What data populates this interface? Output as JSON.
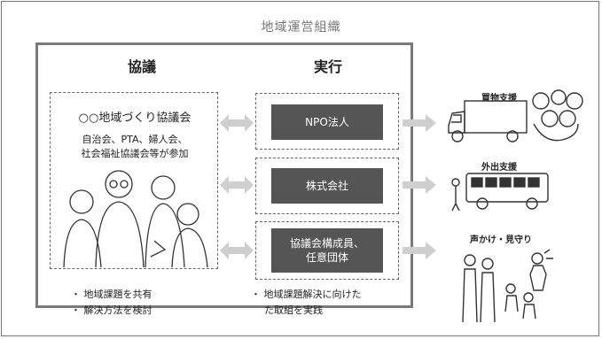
{
  "title": "地域運営組織",
  "left_heading": "協議",
  "right_heading": "実行",
  "council": {
    "name": "○○地域づくり協議会",
    "desc_line1": "自治会、PTA、婦人会、",
    "desc_line2": "社会福祉協議会等が参加"
  },
  "executors": [
    {
      "line1": "NPO法人",
      "line2": ""
    },
    {
      "line1": "株式会社",
      "line2": ""
    },
    {
      "line1": "協議会構成員、",
      "line2": "任意団体"
    }
  ],
  "left_bullets": [
    "地域課題を共有",
    "解決方法を検討"
  ],
  "right_bullet_line1": "地域課題解決に向けた",
  "right_bullet_line2": "た取組を実践",
  "services": [
    "買物支援",
    "外出支援",
    "声かけ・見守り"
  ],
  "colors": {
    "dark_box": "#555555",
    "arrow": "#cfcfcf",
    "frame": "#7a7a7a"
  }
}
